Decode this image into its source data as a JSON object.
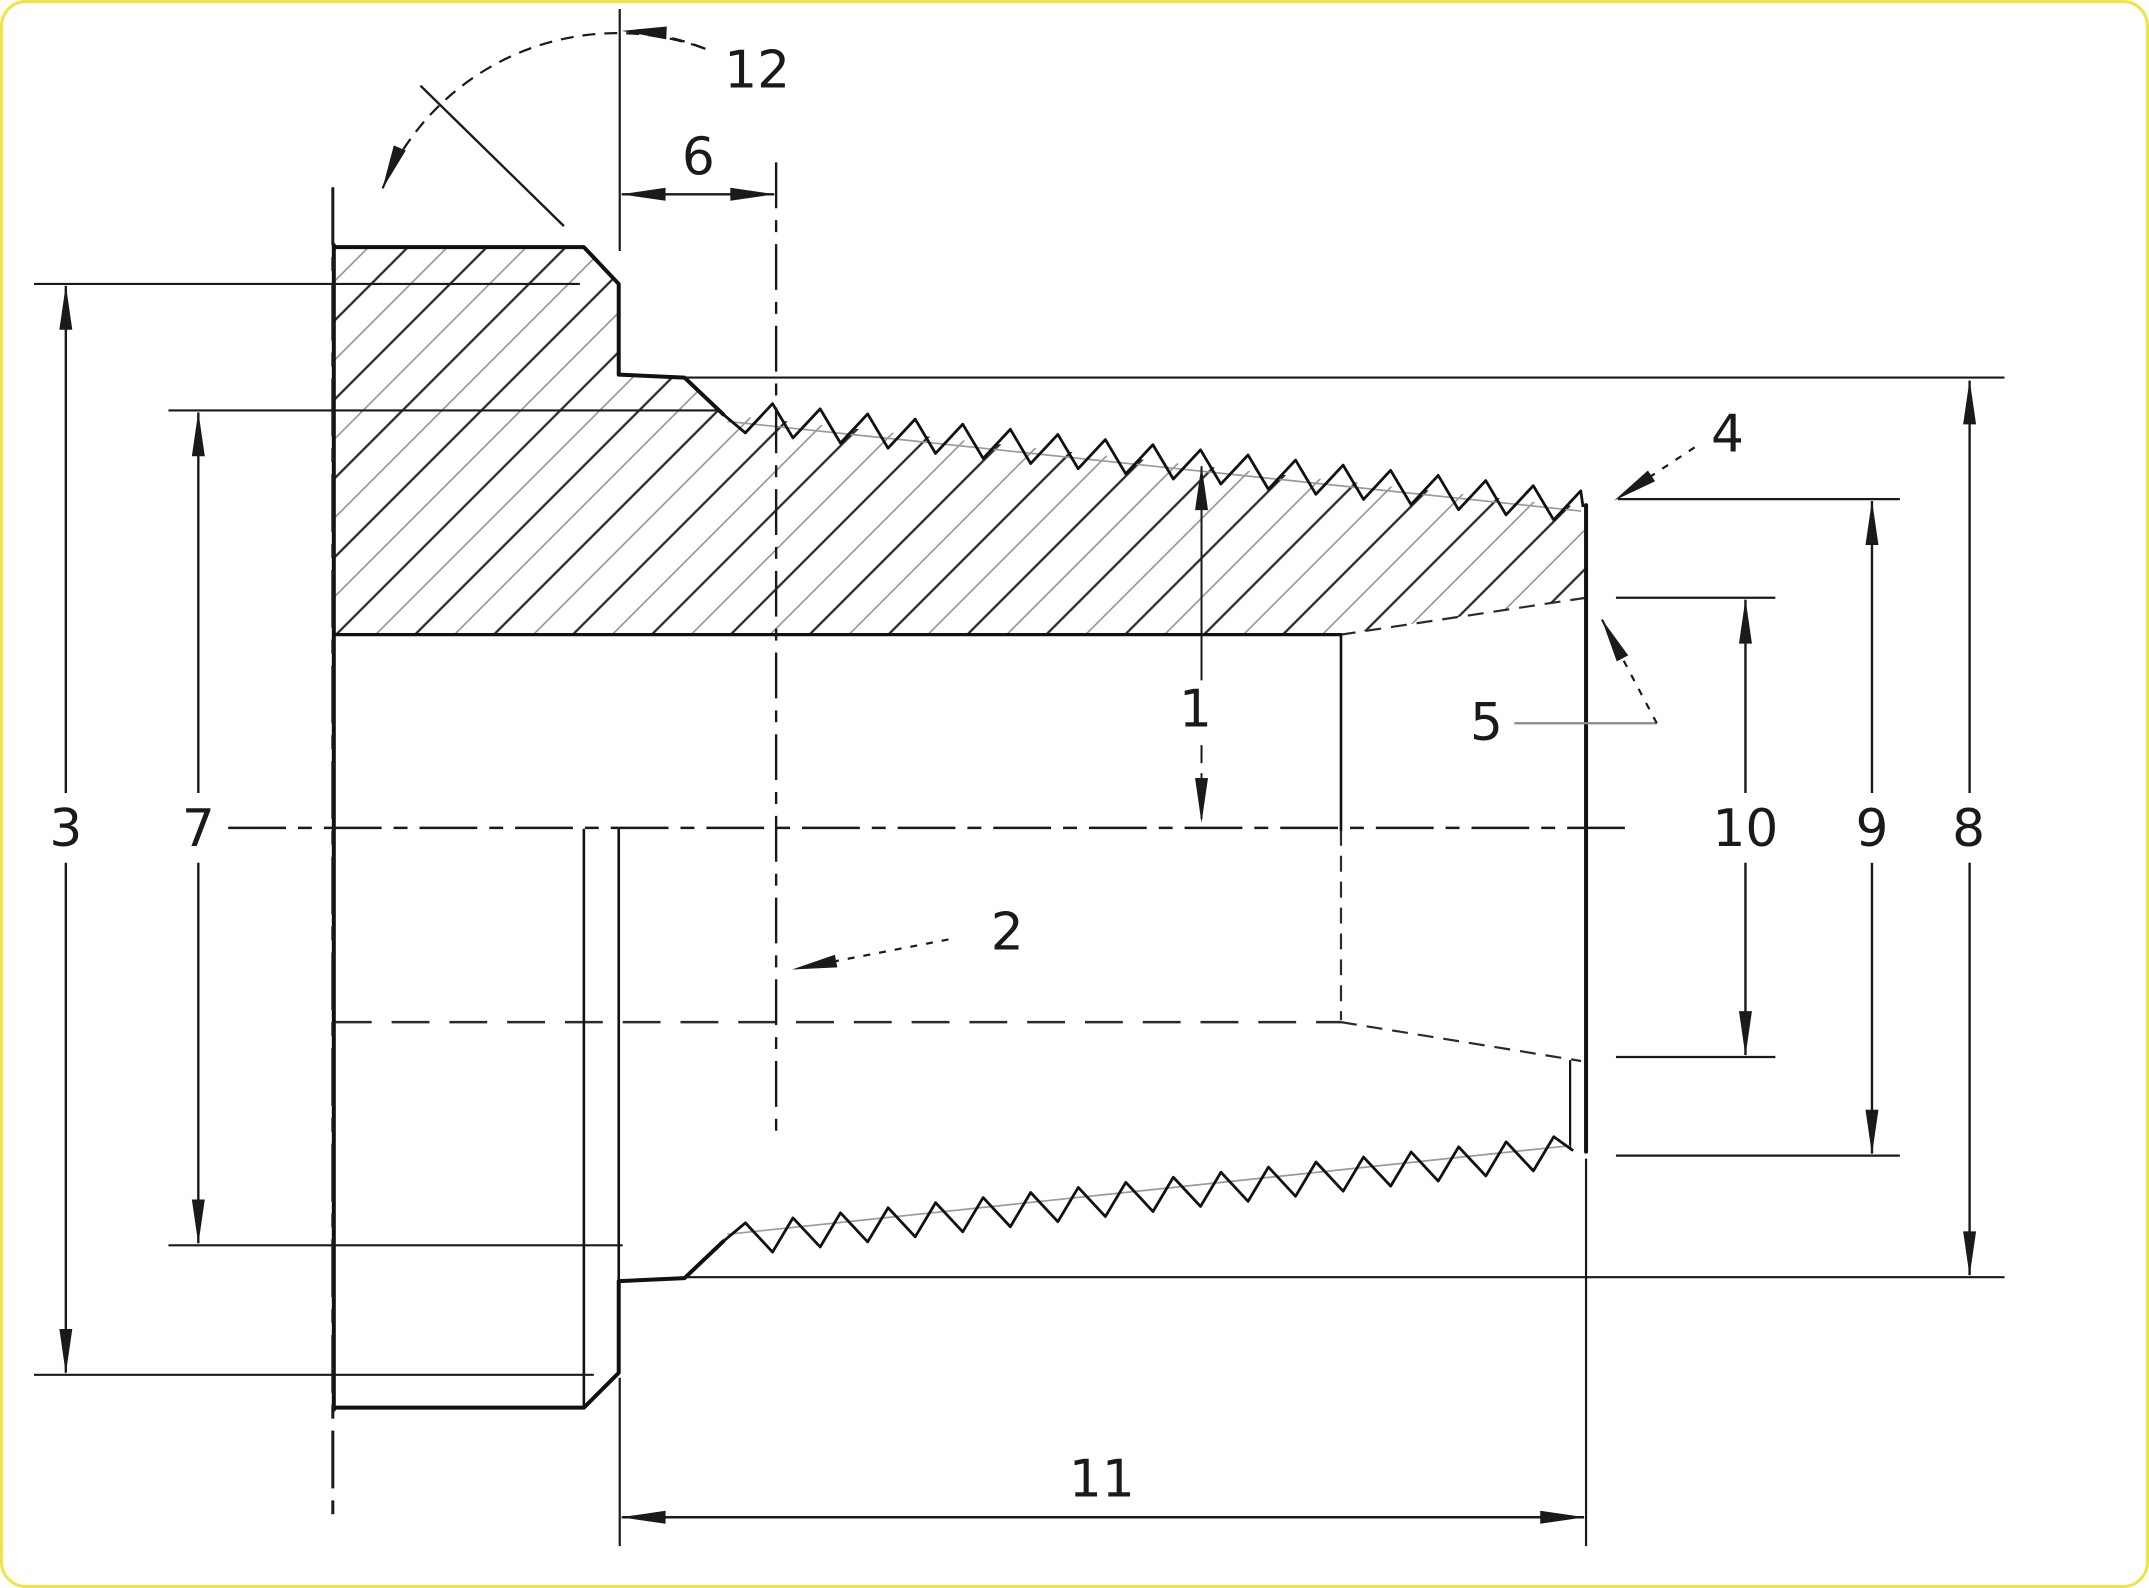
{
  "drawing": {
    "type": "engineering-section-drawing",
    "subject": "tapered-pipe-thread-fitting-half-section",
    "background_color": "#ffffff",
    "line_color": "#1a1a1a",
    "hatch_color": "#8c8c8c",
    "frame_border_color": "#f2e243"
  },
  "callouts": [
    {
      "id": "thread-to-axis-leader",
      "label": "1"
    },
    {
      "id": "gauge-plane-leader",
      "label": "2"
    },
    {
      "id": "flange-outside-diameter-dim",
      "label": "3"
    },
    {
      "id": "thread-end-leader",
      "label": "4"
    },
    {
      "id": "end-chamfer-leader",
      "label": "5"
    },
    {
      "id": "engagement-length-dim",
      "label": "6"
    },
    {
      "id": "major-diameter-large-end-dim",
      "label": "7"
    },
    {
      "id": "outside-diameter-dim",
      "label": "8"
    },
    {
      "id": "small-end-diameter-dim",
      "label": "9"
    },
    {
      "id": "bore-diameter-dim",
      "label": "10"
    },
    {
      "id": "thread-length-dim",
      "label": "11"
    },
    {
      "id": "chamfer-angle-dim",
      "label": "12"
    }
  ]
}
